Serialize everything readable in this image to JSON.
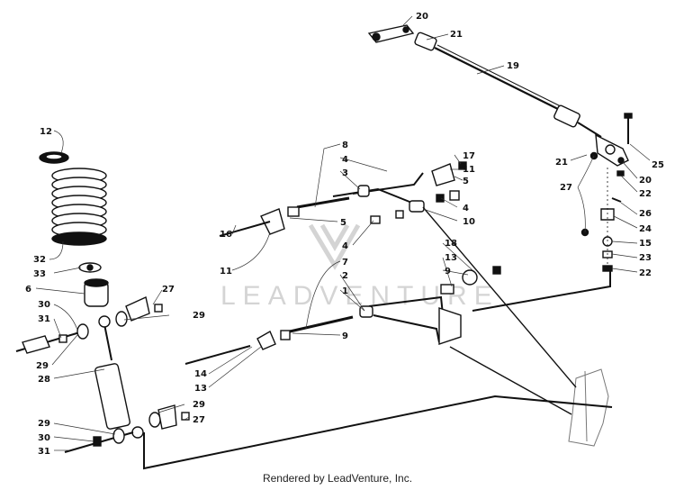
{
  "watermark": {
    "brand": "LEADVENTURE"
  },
  "footer": {
    "credit": "Rendered by LeadVenture, Inc."
  },
  "callouts": {
    "c20a": "20",
    "c21a": "21",
    "c19": "19",
    "c21b": "21",
    "c25": "25",
    "c20b": "20",
    "c22a": "22",
    "c27a": "27",
    "c26": "26",
    "c24": "24",
    "c15": "15",
    "c23": "23",
    "c22b": "22",
    "c12": "12",
    "c32": "32",
    "c33": "33",
    "c6": "6",
    "c30a": "30",
    "c31a": "31",
    "c29a": "29",
    "c28": "28",
    "c29b": "29",
    "c30b": "30",
    "c31b": "31",
    "c27b": "27",
    "c29c": "29",
    "c29d": "29",
    "c27c": "27",
    "c8": "8",
    "c4a": "4",
    "c3": "3",
    "c17": "17",
    "c11a": "11",
    "c5a": "5",
    "c4b": "4",
    "c10": "10",
    "c5b": "5",
    "c16": "16",
    "c11b": "11",
    "c4c": "4",
    "c18": "18",
    "c13a": "13",
    "c9a": "9",
    "c7": "7",
    "c2": "2",
    "c1": "1",
    "c9b": "9",
    "c14": "14",
    "c13b": "13"
  },
  "colors": {
    "ink": "#111111",
    "watermark": "#d4d4d4",
    "background": "#ffffff"
  }
}
